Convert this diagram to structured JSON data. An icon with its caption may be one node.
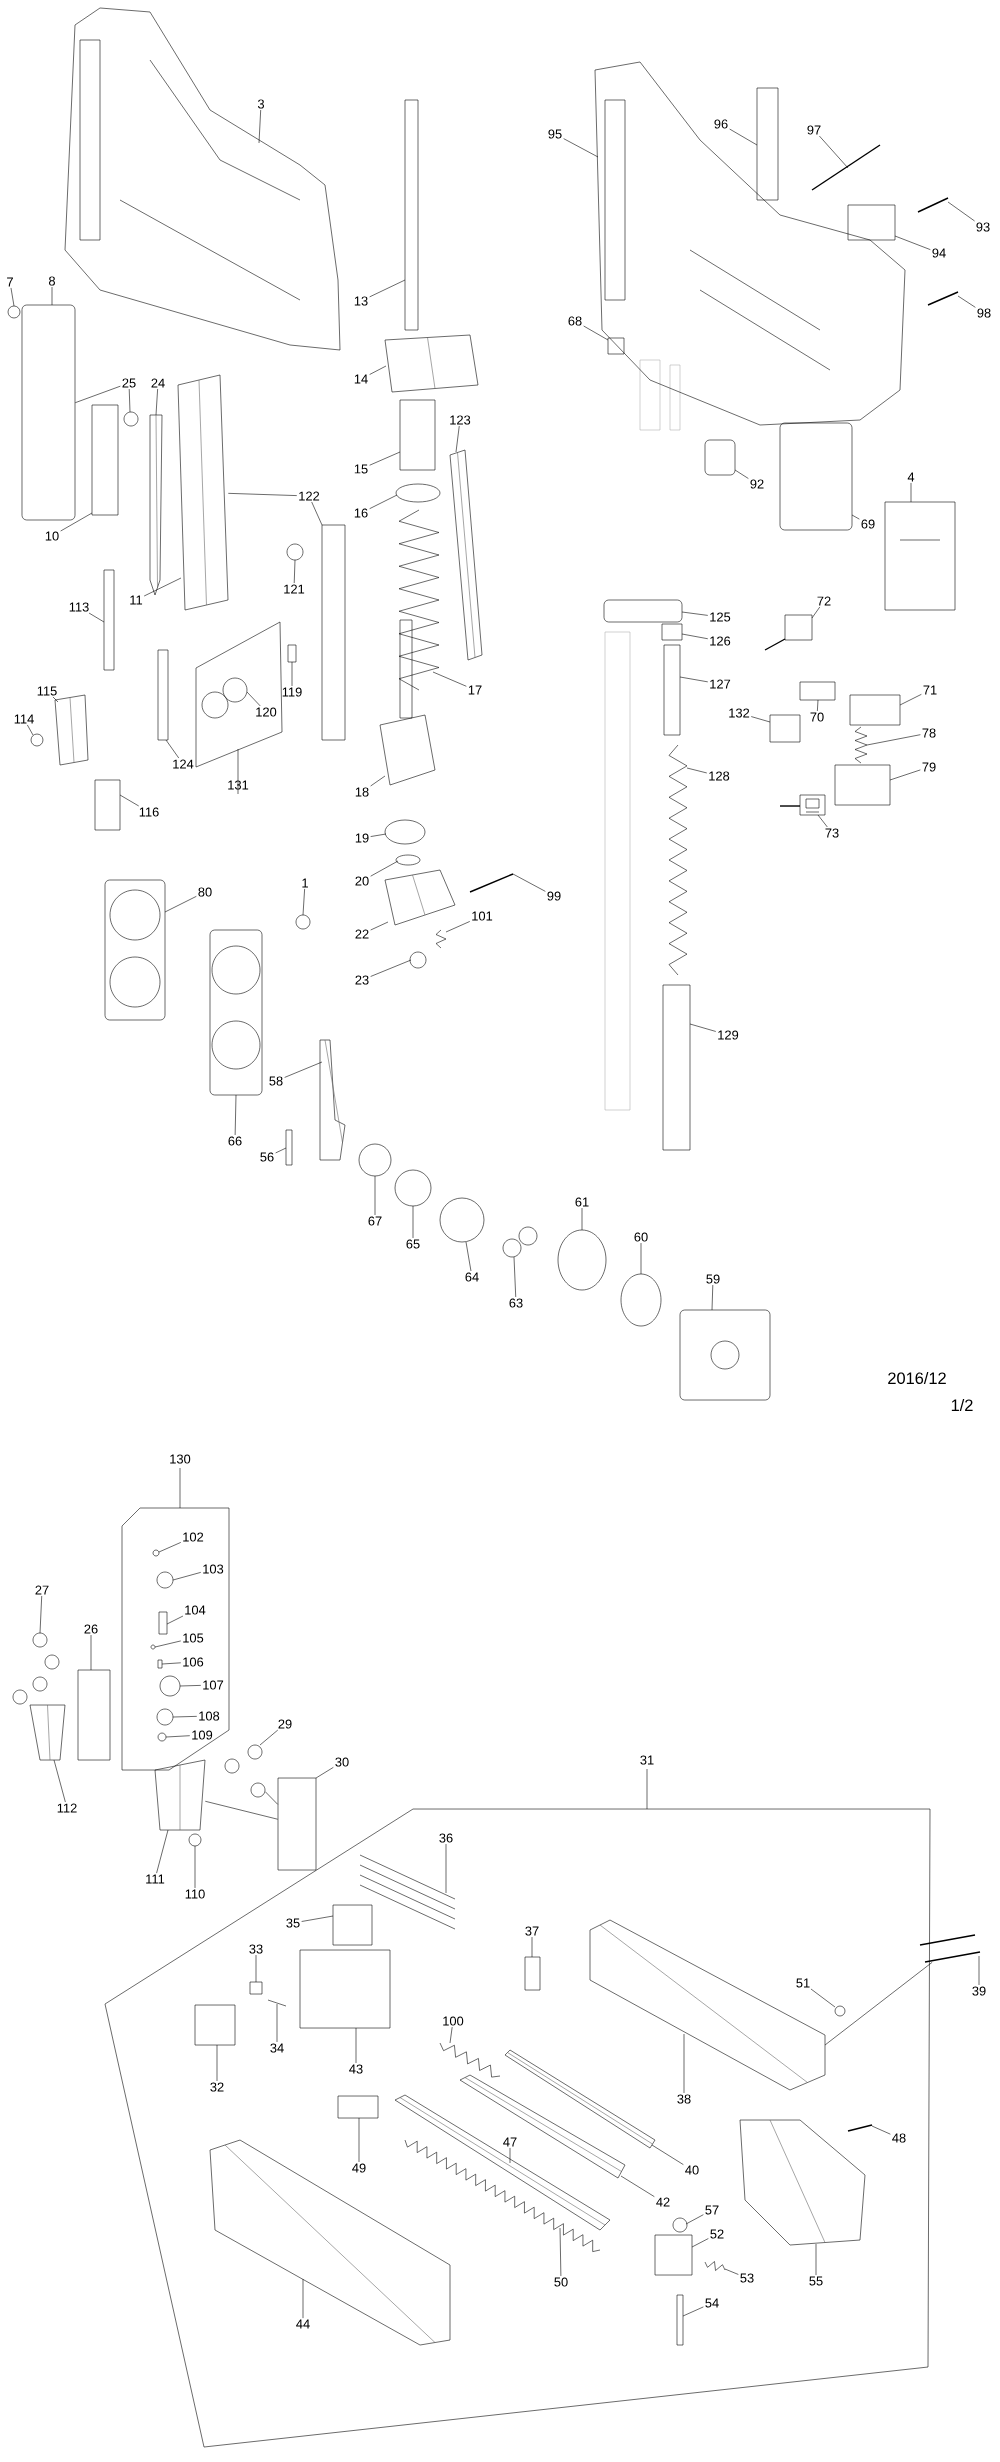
{
  "diagram": {
    "nodes": [
      {
        "text": [
          "3"
        ]
      },
      {
        "text": [
          "7"
        ]
      },
      {
        "text": [
          "8"
        ]
      },
      {
        "text": [
          "13"
        ]
      },
      {
        "text": [
          "95"
        ]
      },
      {
        "text": [
          "96"
        ]
      },
      {
        "text": [
          "97"
        ]
      },
      {
        "text": [
          "93"
        ]
      },
      {
        "text": [
          "94"
        ]
      },
      {
        "text": [
          "98"
        ]
      },
      {
        "text": [
          "68"
        ]
      },
      {
        "text": [
          "14"
        ]
      },
      {
        "text": [
          "25"
        ]
      },
      {
        "text": [
          "24"
        ]
      },
      {
        "text": [
          "123"
        ]
      },
      {
        "text": [
          "15"
        ]
      },
      {
        "text": [
          "92"
        ]
      },
      {
        "text": [
          "16"
        ]
      },
      {
        "text": [
          "4"
        ]
      },
      {
        "text": [
          "69"
        ]
      },
      {
        "text": [
          "122"
        ]
      },
      {
        "text": [
          "10"
        ]
      },
      {
        "text": [
          "121"
        ]
      },
      {
        "text": [
          "11"
        ]
      },
      {
        "text": [
          "72"
        ]
      },
      {
        "text": [
          "125"
        ]
      },
      {
        "text": [
          "113"
        ]
      },
      {
        "text": [
          "126"
        ]
      },
      {
        "text": [
          "119"
        ]
      },
      {
        "text": [
          "127"
        ]
      },
      {
        "text": [
          "17"
        ]
      },
      {
        "text": [
          "115"
        ]
      },
      {
        "text": [
          "131"
        ]
      },
      {
        "text": [
          "120"
        ],
        "in": 32
      },
      {
        "text": [
          "71"
        ]
      },
      {
        "text": [
          "70"
        ]
      },
      {
        "text": [
          "132"
        ]
      },
      {
        "text": [
          "114"
        ]
      },
      {
        "text": [
          "78"
        ]
      },
      {
        "text": [
          "124"
        ]
      },
      {
        "text": [
          "79"
        ]
      },
      {
        "text": [
          "18"
        ]
      },
      {
        "text": [
          "128"
        ]
      },
      {
        "text": [
          "116"
        ]
      },
      {
        "text": [
          "73"
        ]
      },
      {
        "text": [
          "19"
        ]
      },
      {
        "text": [
          "20"
        ]
      },
      {
        "text": [
          "1"
        ]
      },
      {
        "text": [
          "80"
        ]
      },
      {
        "text": [
          "99"
        ]
      },
      {
        "text": [
          "22"
        ]
      },
      {
        "text": [
          "101"
        ]
      },
      {
        "text": [
          "23"
        ]
      },
      {
        "text": [
          "129"
        ]
      },
      {
        "text": [
          "58"
        ]
      },
      {
        "text": [
          "66"
        ]
      },
      {
        "text": [
          "56"
        ]
      },
      {
        "text": [
          "61"
        ]
      },
      {
        "text": [
          "67"
        ]
      },
      {
        "text": [
          "60"
        ]
      },
      {
        "text": [
          "65"
        ]
      },
      {
        "text": [
          "64"
        ]
      },
      {
        "text": [
          "59"
        ]
      },
      {
        "text": [
          "63"
        ]
      },
      {
        "text": [
          "130"
        ]
      },
      {
        "text": [
          "102"
        ],
        "in": 64
      },
      {
        "text": [
          "103"
        ],
        "in": 64
      },
      {
        "text": [
          "27"
        ]
      },
      {
        "text": [
          "104"
        ],
        "in": 64
      },
      {
        "text": [
          "26"
        ]
      },
      {
        "text": [
          "105"
        ],
        "in": 64
      },
      {
        "text": [
          "106"
        ],
        "in": 64
      },
      {
        "text": [
          "107"
        ],
        "in": 64
      },
      {
        "text": [
          "108"
        ],
        "in": 64
      },
      {
        "text": [
          "29"
        ]
      },
      {
        "text": [
          "109"
        ],
        "in": 64
      },
      {
        "text": [
          "31"
        ]
      },
      {
        "text": [
          "30"
        ]
      },
      {
        "text": [
          "112"
        ]
      },
      {
        "text": [
          "111"
        ]
      },
      {
        "text": [
          "36"
        ],
        "in": 76
      },
      {
        "text": [
          "110"
        ]
      },
      {
        "text": [
          "35"
        ],
        "in": 76
      },
      {
        "text": [
          "37"
        ],
        "in": 76
      },
      {
        "text": [
          "33"
        ],
        "in": 76
      },
      {
        "text": [
          "51"
        ],
        "in": 76
      },
      {
        "text": [
          "39"
        ]
      },
      {
        "text": [
          "100"
        ],
        "in": 76
      },
      {
        "text": [
          "34"
        ],
        "in": 76
      },
      {
        "text": [
          "43"
        ],
        "in": 76
      },
      {
        "text": [
          "32"
        ],
        "in": 76
      },
      {
        "text": [
          "38"
        ],
        "in": 76
      },
      {
        "text": [
          "48"
        ],
        "in": 76
      },
      {
        "text": [
          "47"
        ],
        "in": 76
      },
      {
        "text": [
          "49"
        ],
        "in": 76
      },
      {
        "text": [
          "40"
        ],
        "in": 76
      },
      {
        "text": [
          "42"
        ],
        "in": 76
      },
      {
        "text": [
          "57"
        ],
        "in": 76
      },
      {
        "text": [
          "52"
        ],
        "in": 76
      },
      {
        "text": [
          "55"
        ],
        "in": 76
      },
      {
        "text": [
          "53"
        ],
        "in": 76
      },
      {
        "text": [
          "50"
        ],
        "in": 76
      },
      {
        "text": [
          "54"
        ],
        "in": 76
      },
      {
        "text": [
          "44"
        ],
        "in": 76
      },
      {
        "text": [],
        "shape": "picture"
      },
      {
        "text": [],
        "shape": "circle"
      },
      {
        "text": [],
        "shape": "box"
      },
      {
        "text": [],
        "shape": "box"
      },
      {
        "text": [],
        "shape": "picture"
      },
      {
        "text": [],
        "shape": "box"
      },
      {
        "text": [],
        "shape": "picture"
      },
      {
        "text": [],
        "shape": "picture"
      },
      {
        "text": [],
        "shape": "box"
      },
      {
        "text": [],
        "shape": "picture"
      },
      {
        "text": [],
        "shape": "box"
      },
      {
        "text": [],
        "shape": "picture"
      },
      {
        "text": [],
        "shape": "circle"
      },
      {
        "text": [],
        "shape": "picture"
      },
      {
        "text": [],
        "shape": "picture"
      },
      {
        "text": [],
        "shape": "box"
      },
      {
        "text": [],
        "shape": "box"
      },
      {
        "text": [],
        "shape": "circle"
      },
      {
        "text": [],
        "shape": "picture"
      },
      {
        "text": [],
        "shape": "box"
      },
      {
        "text": [],
        "shape": "box"
      },
      {
        "text": [],
        "shape": "box"
      },
      {
        "text": [],
        "shape": "circle"
      },
      {
        "text": [],
        "shape": "picture"
      },
      {
        "text": [],
        "shape": "picture"
      },
      {
        "text": [],
        "shape": "box"
      },
      {
        "text": [],
        "shape": "box"
      },
      {
        "text": [],
        "shape": "box"
      },
      {
        "text": [],
        "shape": "box"
      },
      {
        "text": [],
        "shape": "box"
      },
      {
        "text": [],
        "shape": "picture"
      },
      {
        "text": [],
        "shape": "picture"
      },
      {
        "text": [],
        "shape": "picture",
        "in": 32
      },
      {
        "text": [],
        "shape": "box"
      },
      {
        "text": [],
        "shape": "box"
      },
      {
        "text": [],
        "shape": "box"
      },
      {
        "text": [],
        "shape": "circle"
      },
      {
        "text": [],
        "shape": "picture"
      },
      {
        "text": [],
        "shape": "box"
      },
      {
        "text": [],
        "shape": "box"
      },
      {
        "text": [],
        "shape": "picture"
      },
      {
        "text": [],
        "shape": "picture"
      },
      {
        "text": [],
        "shape": "box"
      },
      {
        "text": [],
        "shape": "picture"
      },
      {
        "text": [],
        "shape": "circle"
      },
      {
        "text": [],
        "shape": "circle"
      },
      {
        "text": [],
        "shape": "circle"
      },
      {
        "text": [],
        "shape": "picture"
      },
      {
        "text": [],
        "shape": "picture"
      },
      {
        "text": [],
        "shape": "picture"
      },
      {
        "text": [],
        "shape": "picture"
      },
      {
        "text": [],
        "shape": "circle"
      },
      {
        "text": [],
        "shape": "box"
      },
      {
        "text": [],
        "shape": "picture"
      },
      {
        "text": [],
        "shape": "picture"
      },
      {
        "text": [],
        "shape": "box"
      },
      {
        "text": [],
        "shape": "circle"
      },
      {
        "text": [],
        "shape": "circle"
      },
      {
        "text": [],
        "shape": "circle"
      },
      {
        "text": [],
        "shape": "circle"
      },
      {
        "text": [],
        "shape": "circle"
      },
      {
        "text": [],
        "shape": "picture"
      },
      {
        "text": [],
        "shape": "picture"
      },
      {
        "text": [],
        "shape": "circle",
        "in": 64
      },
      {
        "text": [],
        "shape": "circle",
        "in": 64
      },
      {
        "text": [],
        "shape": "picture"
      },
      {
        "text": [],
        "shape": "box",
        "in": 64
      },
      {
        "text": [],
        "shape": "box"
      },
      {
        "text": [],
        "shape": "circle",
        "in": 64
      },
      {
        "text": [],
        "shape": "box",
        "in": 64
      },
      {
        "text": [],
        "shape": "circle",
        "in": 64
      },
      {
        "text": [],
        "shape": "circle",
        "in": 64
      },
      {
        "text": [],
        "shape": "picture"
      },
      {
        "text": [],
        "shape": "circle",
        "in": 64
      },
      {
        "text": [],
        "shape": "box"
      },
      {
        "text": [],
        "shape": "picture"
      },
      {
        "text": [],
        "shape": "picture"
      },
      {
        "text": [],
        "shape": "picture",
        "in": 76
      },
      {
        "text": [],
        "shape": "circle"
      },
      {
        "text": [],
        "shape": "box",
        "in": 76
      },
      {
        "text": [],
        "shape": "box",
        "in": 76
      },
      {
        "text": [],
        "shape": "box",
        "in": 76
      },
      {
        "text": [],
        "shape": "circle",
        "in": 76
      },
      {
        "text": [],
        "shape": "picture"
      },
      {
        "text": [],
        "shape": "picture",
        "in": 76
      },
      {
        "text": [],
        "shape": "picture",
        "in": 76
      },
      {
        "text": [],
        "shape": "box",
        "in": 76
      },
      {
        "text": [],
        "shape": "box",
        "in": 76
      },
      {
        "text": [],
        "shape": "picture",
        "in": 76
      },
      {
        "text": [],
        "shape": "picture",
        "in": 76
      },
      {
        "text": [],
        "shape": "picture",
        "in": 76
      },
      {
        "text": [],
        "shape": "box",
        "in": 76
      },
      {
        "text": [],
        "shape": "picture",
        "in": 76
      },
      {
        "text": [],
        "shape": "picture",
        "in": 76
      },
      {
        "text": [],
        "shape": "circle",
        "in": 76
      },
      {
        "text": [],
        "shape": "box",
        "in": 76
      },
      {
        "text": [],
        "shape": "picture",
        "in": 76
      },
      {
        "text": [],
        "shape": "picture",
        "in": 76
      },
      {
        "text": [],
        "shape": "picture",
        "in": 76
      },
      {
        "text": [],
        "shape": "box",
        "in": 76
      },
      {
        "text": [],
        "shape": "picture",
        "in": 76
      }
    ],
    "edges": [
      {
        "from": 0,
        "to": 104,
        "arrow": "none"
      },
      {
        "from": 1,
        "to": 105,
        "arrow": "none"
      },
      {
        "from": 2,
        "to": 106,
        "arrow": "none"
      },
      {
        "from": 3,
        "to": 107,
        "arrow": "none"
      },
      {
        "from": 4,
        "to": 108,
        "arrow": "none"
      },
      {
        "from": 5,
        "to": 109,
        "arrow": "none"
      },
      {
        "from": 6,
        "to": 110,
        "arrow": "none"
      },
      {
        "from": 7,
        "to": 111,
        "arrow": "none"
      },
      {
        "from": 8,
        "to": 112,
        "arrow": "none"
      },
      {
        "from": 9,
        "to": 113,
        "arrow": "none"
      },
      {
        "from": 10,
        "to": 114,
        "arrow": "none"
      },
      {
        "from": 11,
        "to": 115,
        "arrow": "none"
      },
      {
        "from": 12,
        "to": 116,
        "arrow": "none"
      },
      {
        "from": 13,
        "to": 117,
        "arrow": "none"
      },
      {
        "from": 14,
        "to": 118,
        "arrow": "none"
      },
      {
        "from": 15,
        "to": 119,
        "arrow": "none"
      },
      {
        "from": 16,
        "to": 120,
        "arrow": "none"
      },
      {
        "from": 17,
        "to": 121,
        "arrow": "none"
      },
      {
        "from": 18,
        "to": 122,
        "arrow": "none"
      },
      {
        "from": 19,
        "to": 123,
        "arrow": "none"
      },
      {
        "from": 20,
        "to": 124,
        "arrow": "none"
      },
      {
        "from": 21,
        "to": 125,
        "arrow": "none"
      },
      {
        "from": 22,
        "to": 126,
        "arrow": "none"
      },
      {
        "from": 23,
        "to": 127,
        "arrow": "none"
      },
      {
        "from": 24,
        "to": 128,
        "arrow": "none"
      },
      {
        "from": 25,
        "to": 129,
        "arrow": "none"
      },
      {
        "from": 26,
        "to": 130,
        "arrow": "none"
      },
      {
        "from": 27,
        "to": 131,
        "arrow": "none"
      },
      {
        "from": 28,
        "to": 132,
        "arrow": "none"
      },
      {
        "from": 29,
        "to": 133,
        "arrow": "none"
      },
      {
        "from": 30,
        "to": 134,
        "arrow": "none"
      },
      {
        "from": 31,
        "to": 135,
        "arrow": "none"
      },
      {
        "from": 33,
        "to": 136,
        "arrow": "none"
      },
      {
        "from": 34,
        "to": 137,
        "arrow": "none"
      },
      {
        "from": 35,
        "to": 138,
        "arrow": "none"
      },
      {
        "from": 36,
        "to": 139,
        "arrow": "none"
      },
      {
        "from": 37,
        "to": 140,
        "arrow": "none"
      },
      {
        "from": 38,
        "to": 141,
        "arrow": "none"
      },
      {
        "from": 39,
        "to": 142,
        "arrow": "none"
      },
      {
        "from": 40,
        "to": 143,
        "arrow": "none"
      },
      {
        "from": 41,
        "to": 144,
        "arrow": "none"
      },
      {
        "from": 42,
        "to": 145,
        "arrow": "none"
      },
      {
        "from": 43,
        "to": 146,
        "arrow": "none"
      },
      {
        "from": 44,
        "to": 147,
        "arrow": "none"
      },
      {
        "from": 45,
        "to": 148,
        "arrow": "none"
      },
      {
        "from": 46,
        "to": 149,
        "arrow": "none"
      },
      {
        "from": 47,
        "to": 150,
        "arrow": "none"
      },
      {
        "from": 48,
        "to": 151,
        "arrow": "none"
      },
      {
        "from": 49,
        "to": 152,
        "arrow": "none"
      },
      {
        "from": 50,
        "to": 153,
        "arrow": "none"
      },
      {
        "from": 51,
        "to": 154,
        "arrow": "none"
      },
      {
        "from": 52,
        "to": 155,
        "arrow": "none"
      },
      {
        "from": 53,
        "to": 156,
        "arrow": "none"
      },
      {
        "from": 54,
        "to": 157,
        "arrow": "none"
      },
      {
        "from": 55,
        "to": 158,
        "arrow": "none"
      },
      {
        "from": 56,
        "to": 159,
        "arrow": "none"
      },
      {
        "from": 57,
        "to": 160,
        "arrow": "none"
      },
      {
        "from": 58,
        "to": 161,
        "arrow": "none"
      },
      {
        "from": 59,
        "to": 162,
        "arrow": "none"
      },
      {
        "from": 60,
        "to": 163,
        "arrow": "none"
      },
      {
        "from": 61,
        "to": 164,
        "arrow": "none"
      },
      {
        "from": 62,
        "to": 165,
        "arrow": "none"
      },
      {
        "from": 63,
        "to": 166,
        "arrow": "none"
      },
      {
        "from": 65,
        "to": 167,
        "arrow": "none"
      },
      {
        "from": 66,
        "to": 168,
        "arrow": "none"
      },
      {
        "from": 67,
        "to": 169,
        "arrow": "none"
      },
      {
        "from": 68,
        "to": 170,
        "arrow": "none"
      },
      {
        "from": 69,
        "to": 171,
        "arrow": "none"
      },
      {
        "from": 70,
        "to": 172,
        "arrow": "none"
      },
      {
        "from": 71,
        "to": 173,
        "arrow": "none"
      },
      {
        "from": 72,
        "to": 174,
        "arrow": "none"
      },
      {
        "from": 73,
        "to": 175,
        "arrow": "none"
      },
      {
        "from": 74,
        "to": 176,
        "arrow": "none"
      },
      {
        "from": 75,
        "to": 177,
        "arrow": "none"
      },
      {
        "from": 77,
        "to": 178,
        "arrow": "none"
      },
      {
        "from": 78,
        "to": 179,
        "arrow": "none"
      },
      {
        "from": 79,
        "to": 180,
        "arrow": "none"
      },
      {
        "from": 80,
        "to": 181,
        "arrow": "none"
      },
      {
        "from": 81,
        "to": 182,
        "arrow": "none"
      },
      {
        "from": 82,
        "to": 183,
        "arrow": "none"
      },
      {
        "from": 83,
        "to": 184,
        "arrow": "none"
      },
      {
        "from": 84,
        "to": 185,
        "arrow": "none"
      },
      {
        "from": 85,
        "to": 186,
        "arrow": "none"
      },
      {
        "from": 86,
        "to": 187,
        "arrow": "none"
      },
      {
        "from": 87,
        "to": 188,
        "arrow": "none"
      },
      {
        "from": 88,
        "to": 189,
        "arrow": "none"
      },
      {
        "from": 89,
        "to": 190,
        "arrow": "none"
      },
      {
        "from": 90,
        "to": 191,
        "arrow": "none"
      },
      {
        "from": 91,
        "to": 192,
        "arrow": "none"
      },
      {
        "from": 92,
        "to": 193,
        "arrow": "none"
      },
      {
        "from": 93,
        "to": 194,
        "arrow": "none"
      },
      {
        "from": 94,
        "to": 195,
        "arrow": "none"
      },
      {
        "from": 95,
        "to": 196,
        "arrow": "none"
      },
      {
        "from": 96,
        "to": 197,
        "arrow": "none"
      },
      {
        "from": 97,
        "to": 198,
        "arrow": "none"
      },
      {
        "from": 98,
        "to": 199,
        "arrow": "none"
      },
      {
        "from": 99,
        "to": 200,
        "arrow": "none"
      },
      {
        "from": 100,
        "to": 201,
        "arrow": "none"
      },
      {
        "from": 101,
        "to": 202,
        "arrow": "none"
      },
      {
        "from": 102,
        "to": 203,
        "arrow": "none"
      },
      {
        "from": 103,
        "to": 204,
        "arrow": "none"
      },
      {
        "from": 20,
        "to": 127,
        "arrow": "none"
      },
      {
        "from": 12,
        "to": 106,
        "arrow": "none"
      },
      {
        "from": 176,
        "to": 178,
        "arrow": "none"
      },
      {
        "from": 180,
        "to": 178,
        "arrow": "none"
      },
      {
        "from": 187,
        "to": 192,
        "arrow": "none"
      }
    ],
    "labels": [
      "2016/12",
      "1/2"
    ]
  }
}
